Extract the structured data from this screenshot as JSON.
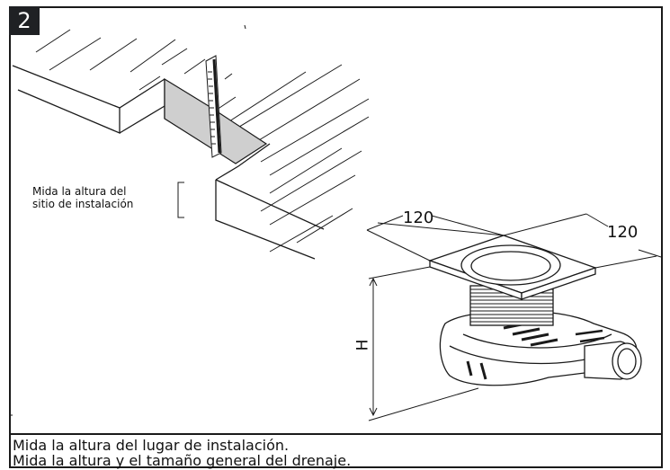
{
  "step": {
    "number": "2"
  },
  "annotation": {
    "line1": "Mida la altura del",
    "line2": "sitio de instalación"
  },
  "dimensions": {
    "width_top": "120",
    "width_side": "120",
    "height": "H"
  },
  "caption": {
    "line1": "Mida la altura del lugar de instalación.",
    "line2": "Mida la altura y el tamaño general del drenaje."
  },
  "colors": {
    "badge_bg": "#1f2124",
    "shade": "#cfcfcf",
    "line": "#1a1a1a"
  }
}
